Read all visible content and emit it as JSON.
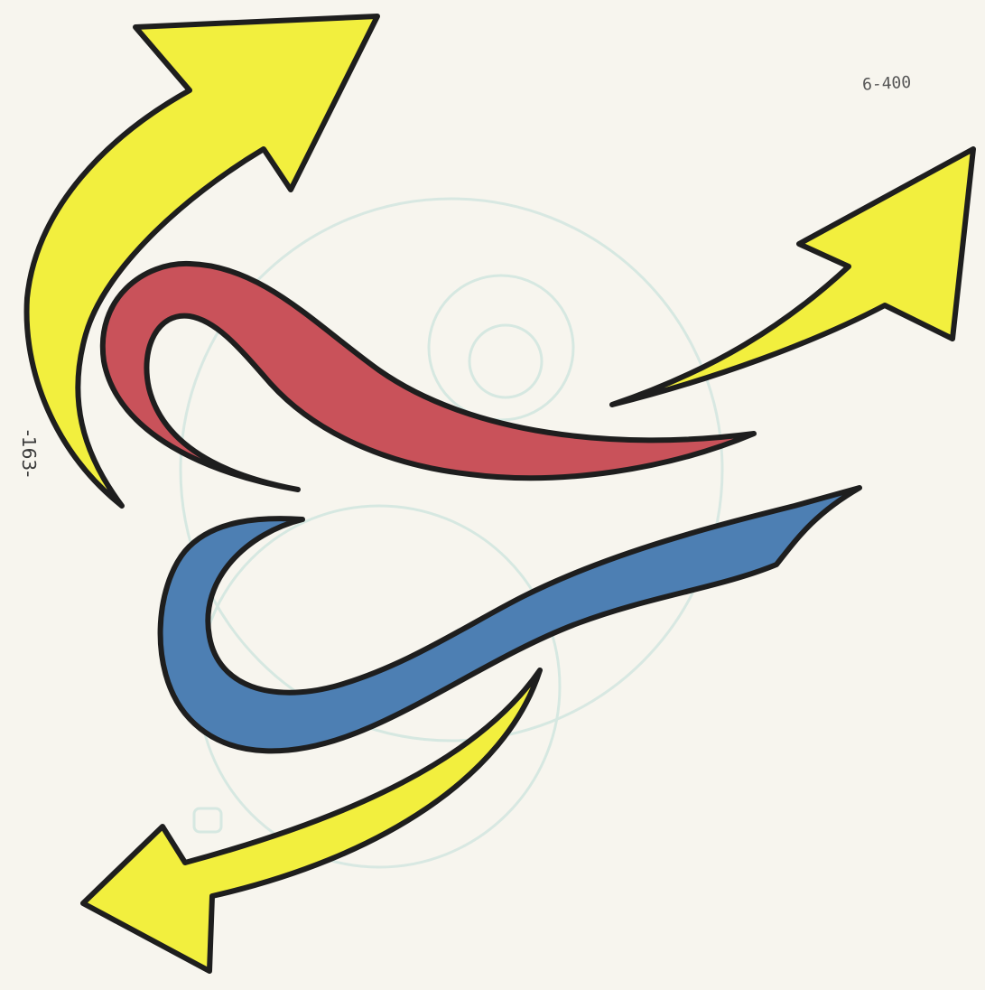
{
  "page": {
    "page_number": "-163-",
    "corner_mark": "6-400"
  },
  "colors": {
    "paper": "#f7f5ee",
    "arrow_yellow": "#f2ef3e",
    "red_stroke": "#c9525a",
    "blue_stroke": "#4d7fb3",
    "outline": "#1e1e1e",
    "faint_sketch": "#cfe5df"
  },
  "shapes": {
    "arrows": [
      "upper-left-arrow",
      "right-arrow",
      "lower-left-arrow"
    ],
    "swooshes": [
      "red-swoosh",
      "blue-swoosh"
    ]
  }
}
